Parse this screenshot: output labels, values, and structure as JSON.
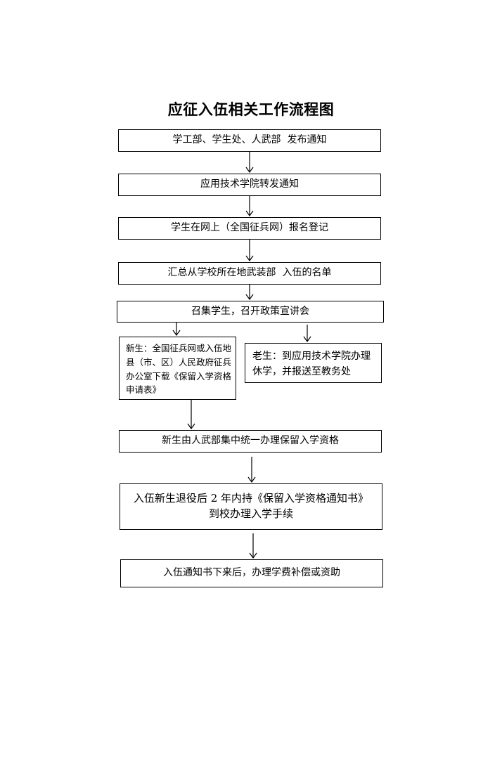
{
  "title": "应征入伍相关工作流程图",
  "steps": {
    "s1": "学工部、学生处、人武部  发布通知",
    "s2": "应用技术学院转发通知",
    "s3": "学生在网上（全国征兵网）报名登记",
    "s4": "汇总从学校所在地武装部  入伍的名单",
    "s5": "召集学生，召开政策宣讲会",
    "s6_new": "新生：全国征兵网或入伍地县（市、区）人民政府征兵办公室下载《保留入学资格申请表》",
    "s6_old": "老生：到应用技术学院办理休学，并报送至教务处",
    "s7": "新生由人武部集中统一办理保留入学资格",
    "s8_line1": "入伍新生退役后 2 年内持《保留入学资格通知书》",
    "s8_line2": "到校办理入学手续",
    "s9": "入伍通知书下来后，办理学费补偿或资助"
  }
}
